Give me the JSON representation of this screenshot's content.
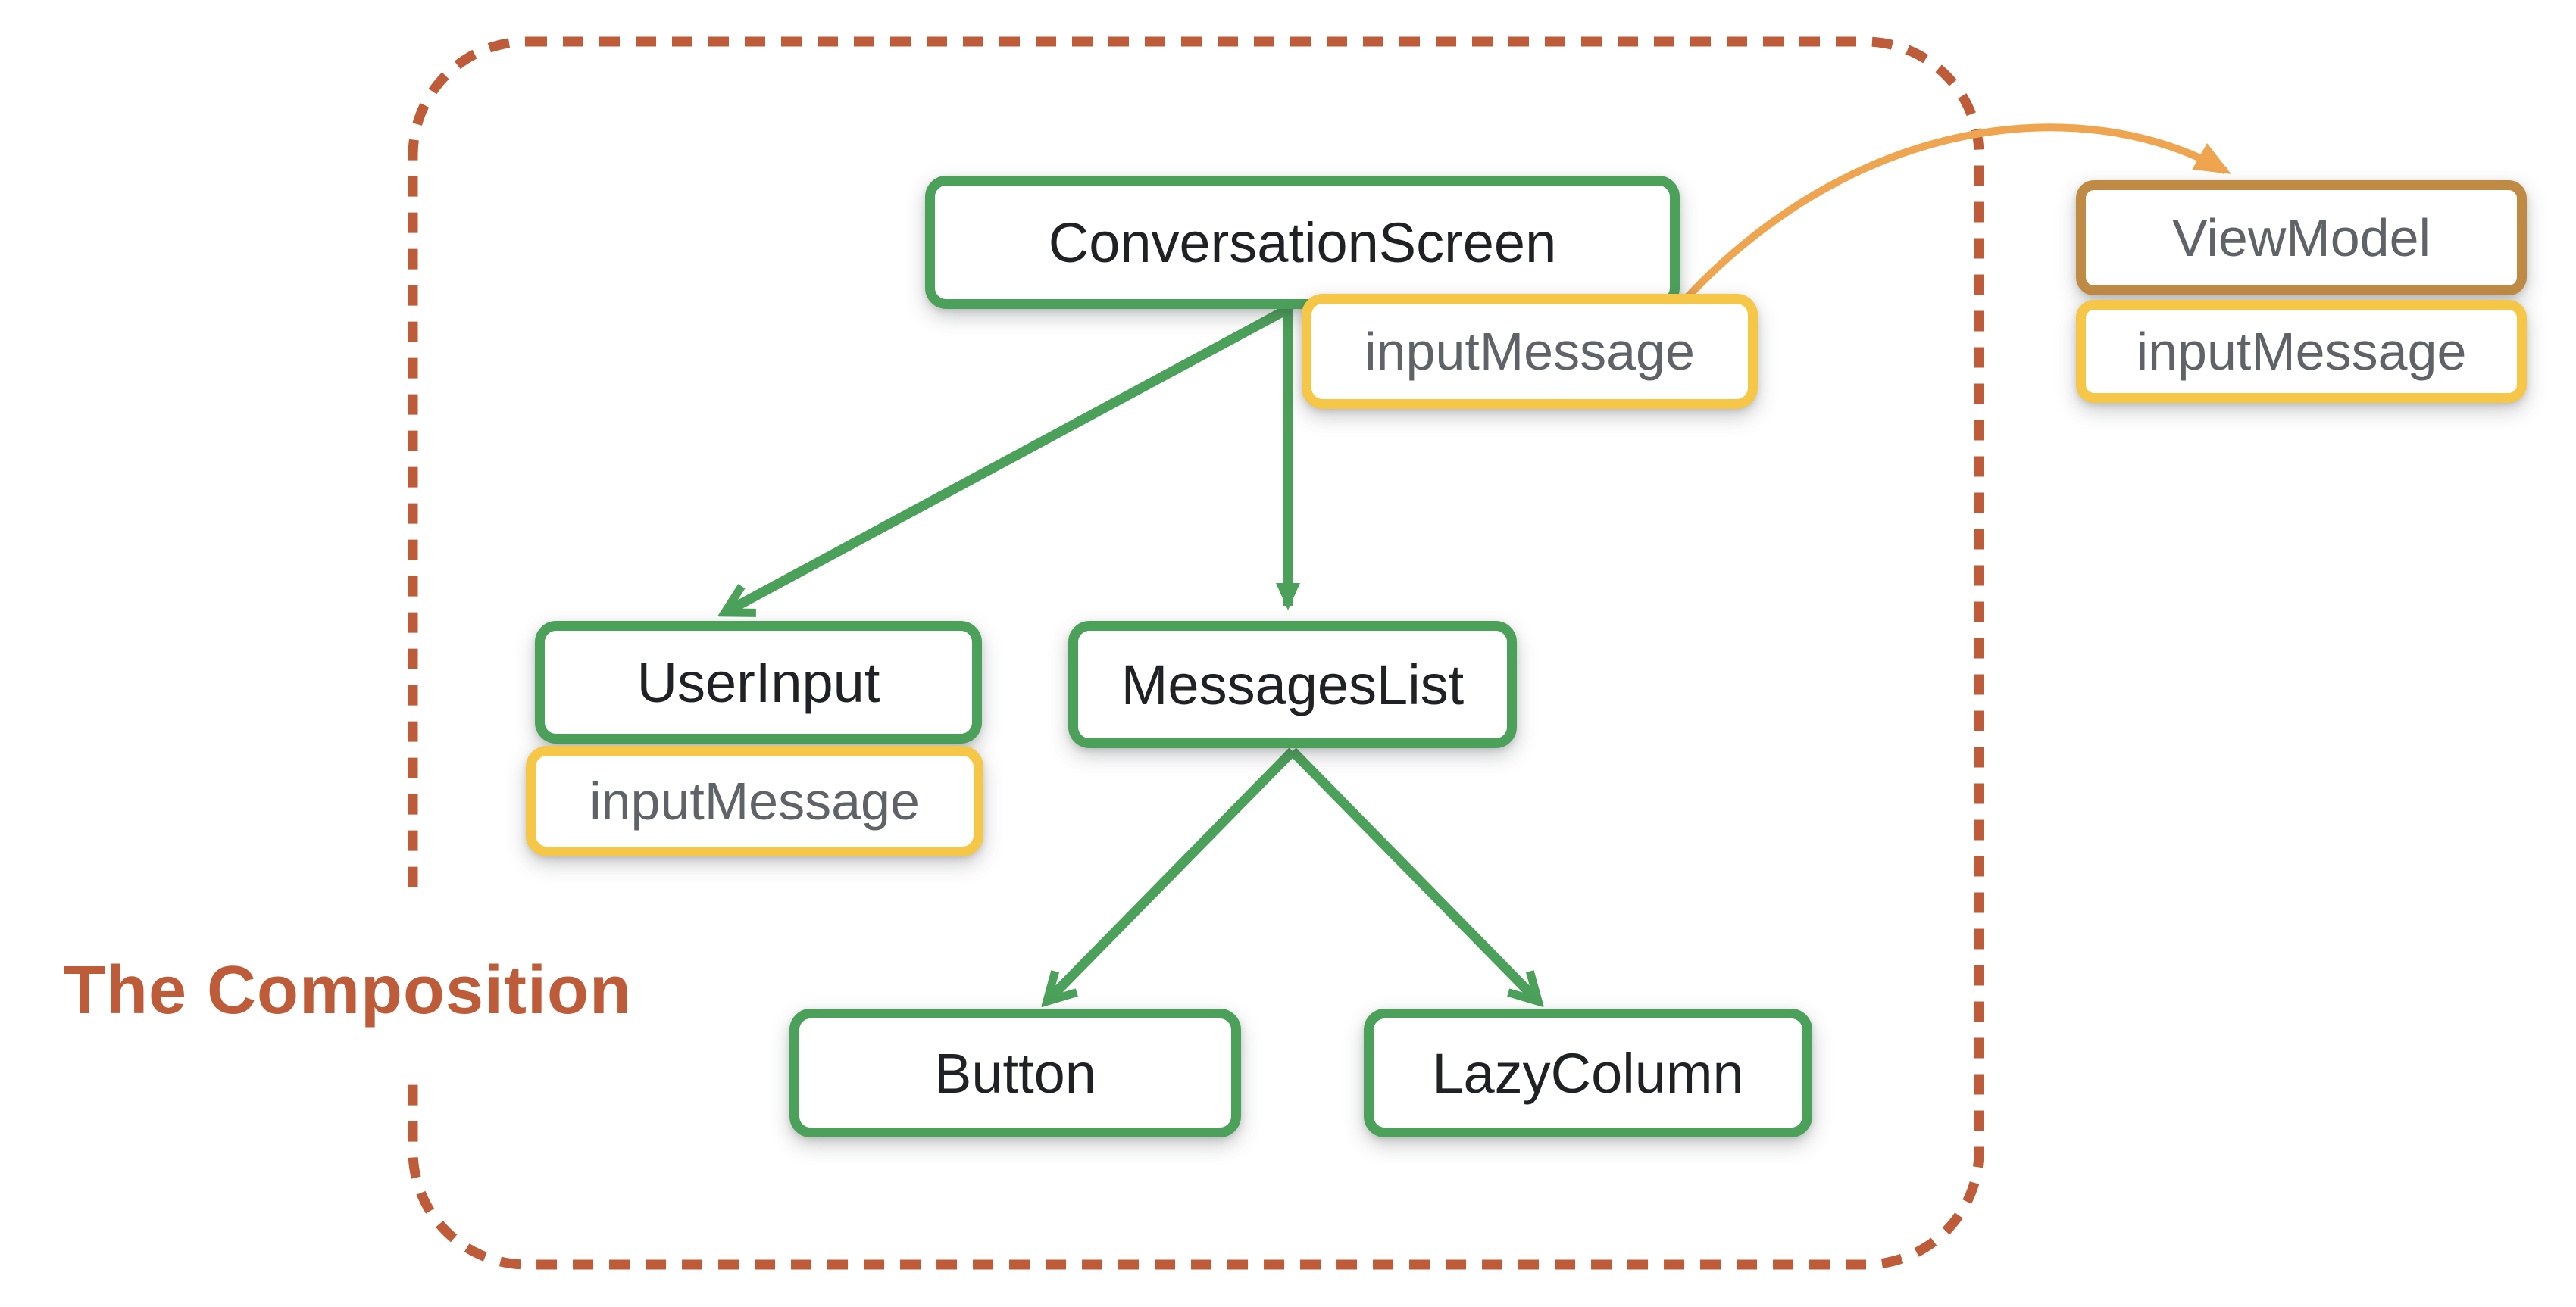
{
  "colors": {
    "green": "#4CA15A",
    "yellow": "#F6C646",
    "brown": "#BF8A44",
    "orange": "#EFA54F",
    "terracotta": "#BE5B38",
    "graytext": "#5F6368",
    "darktext": "#202124"
  },
  "diagram": {
    "title": "The Composition",
    "nodes": {
      "conversation_screen": {
        "label": "ConversationScreen",
        "kind": "composable"
      },
      "conversation_screen_state": {
        "label": "inputMessage",
        "kind": "state"
      },
      "view_model": {
        "label": "ViewModel",
        "kind": "external"
      },
      "view_model_state": {
        "label": "inputMessage",
        "kind": "state"
      },
      "user_input": {
        "label": "UserInput",
        "kind": "composable"
      },
      "user_input_state": {
        "label": "inputMessage",
        "kind": "state"
      },
      "messages_list": {
        "label": "MessagesList",
        "kind": "composable"
      },
      "button": {
        "label": "Button",
        "kind": "composable"
      },
      "lazy_column": {
        "label": "LazyColumn",
        "kind": "composable"
      }
    },
    "edges": [
      {
        "from": "ConversationScreen",
        "to": "UserInput",
        "color": "green",
        "style": "straight-arrow"
      },
      {
        "from": "ConversationScreen",
        "to": "MessagesList",
        "color": "green",
        "style": "straight-arrow"
      },
      {
        "from": "MessagesList",
        "to": "Button",
        "color": "green",
        "style": "straight-arrow"
      },
      {
        "from": "MessagesList",
        "to": "LazyColumn",
        "color": "green",
        "style": "straight-arrow"
      },
      {
        "from": "ConversationScreen",
        "to": "ViewModel",
        "color": "orange",
        "style": "curved-arrow"
      }
    ],
    "boundary": {
      "label_ref": "title",
      "style": "dashed-rounded-rect",
      "color": "#BE5B38"
    }
  }
}
